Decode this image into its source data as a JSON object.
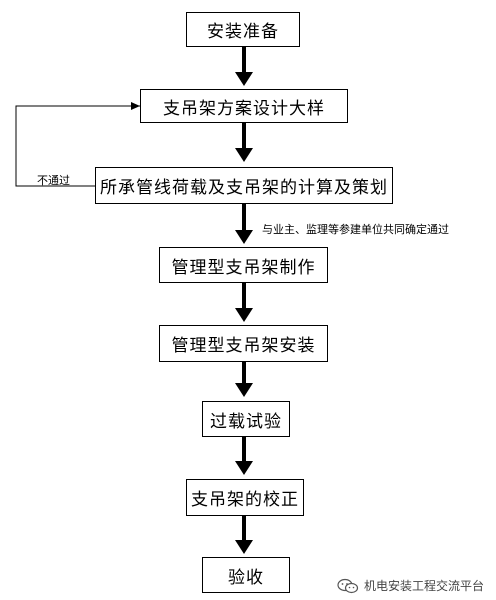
{
  "diagram": {
    "steps": [
      {
        "label": "安装准备"
      },
      {
        "label": "支吊架方案设计大样"
      },
      {
        "label": "所承管线荷载及支吊架的计算及策划"
      },
      {
        "label": "管理型支吊架制作"
      },
      {
        "label": "管理型支吊架安装"
      },
      {
        "label": "过载试验"
      },
      {
        "label": "支吊架的校正"
      },
      {
        "label": "验收"
      }
    ],
    "loop_label": "不通过",
    "approval_note": "与业主、监理等参建单位共同确定通过"
  },
  "watermark": {
    "text": "机电安装工程交流平台",
    "icon": "wechat-icon"
  }
}
